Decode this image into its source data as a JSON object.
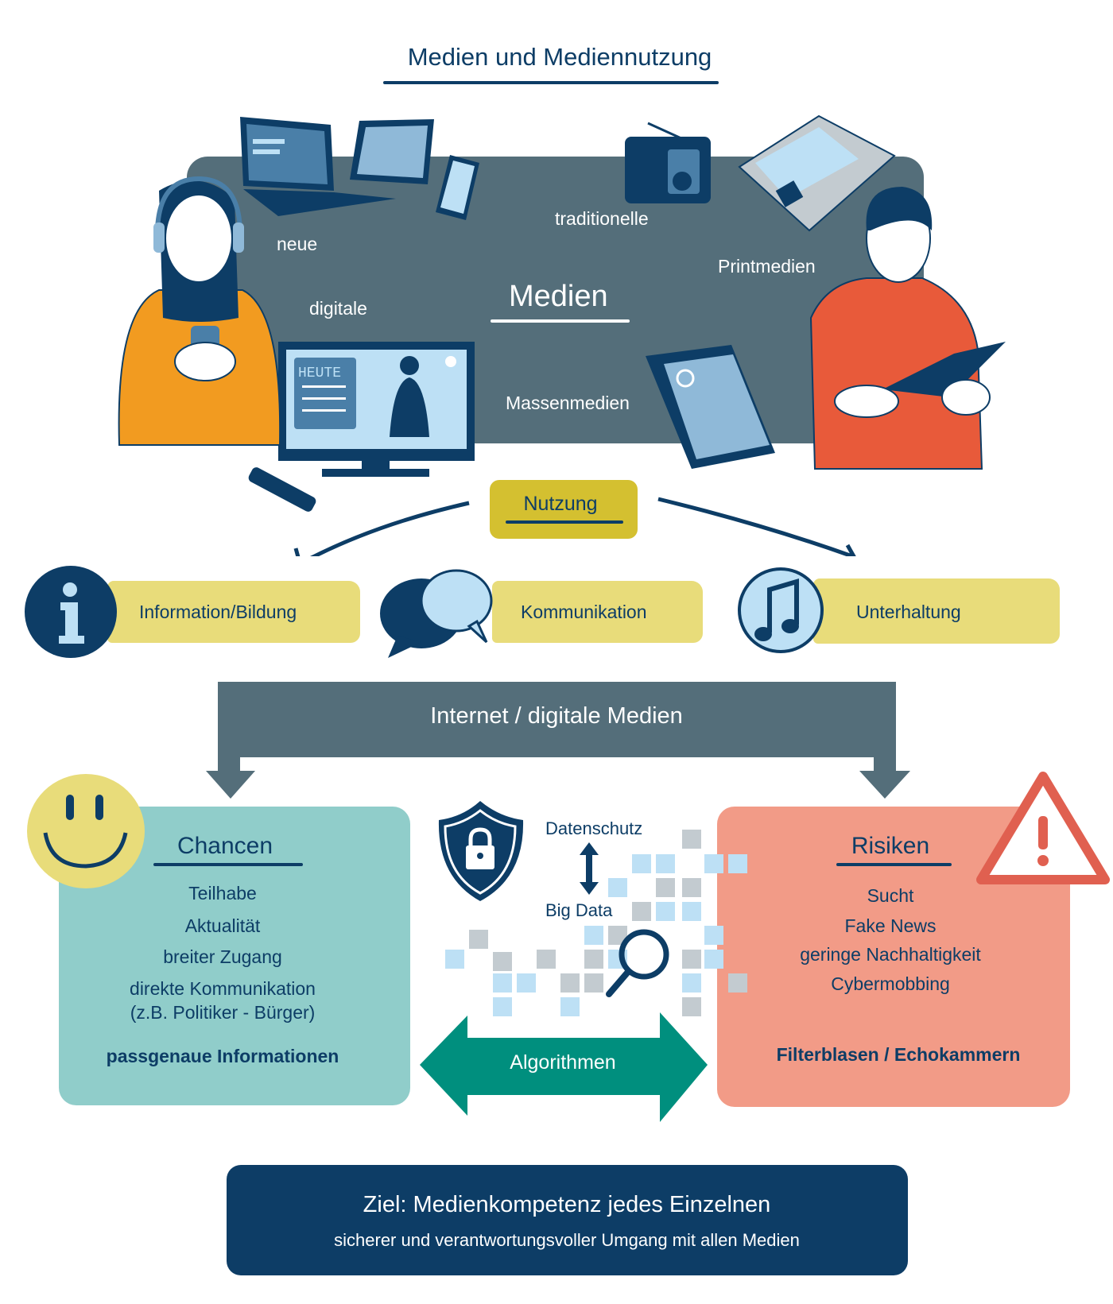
{
  "title": "Medien und Mediennutzung",
  "media": {
    "center_label": "Medien",
    "labels": {
      "neue": "neue",
      "digitale": "digitale",
      "traditionelle": "traditionelle",
      "printmedien": "Printmedien",
      "massenmedien": "Massenmedien"
    },
    "tv_screen_text": "HEUTE"
  },
  "usage": {
    "label": "Nutzung",
    "categories": [
      {
        "label": "Information/Bildung",
        "icon": "info-icon"
      },
      {
        "label": "Kommunikation",
        "icon": "speech-bubble-icon"
      },
      {
        "label": "Unterhaltung",
        "icon": "music-note-icon"
      }
    ]
  },
  "internet_bar": "Internet / digitale Medien",
  "chancen": {
    "title": "Chancen",
    "items": [
      "Teilhabe",
      "Aktualität",
      "breiter Zugang",
      "direkte Kommunikation",
      "(z.B. Politiker - Bürger)"
    ],
    "highlight": "passgenaue Informationen"
  },
  "risiken": {
    "title": "Risiken",
    "items": [
      "Sucht",
      "Fake News",
      "geringe Nachhaltigkeit",
      "Cybermobbing"
    ],
    "highlight": "Filterblasen / Echokammern"
  },
  "center": {
    "datenschutz": "Datenschutz",
    "big_data": "Big Data",
    "algorithmen": "Algorithmen"
  },
  "goal": {
    "title": "Ziel: Medienkompetenz jedes Einzelnen",
    "subtitle": "sicherer und verantwortungsvoller Umgang mit allen Medien"
  },
  "colors": {
    "navy": "#0d3d66",
    "slate": "#546e7a",
    "yellow": "#e8dc7a",
    "nutzung": "#d4c030",
    "teal": "#90cdca",
    "salmon": "#f29b87",
    "green": "#008f7e",
    "warning": "#e06050"
  }
}
